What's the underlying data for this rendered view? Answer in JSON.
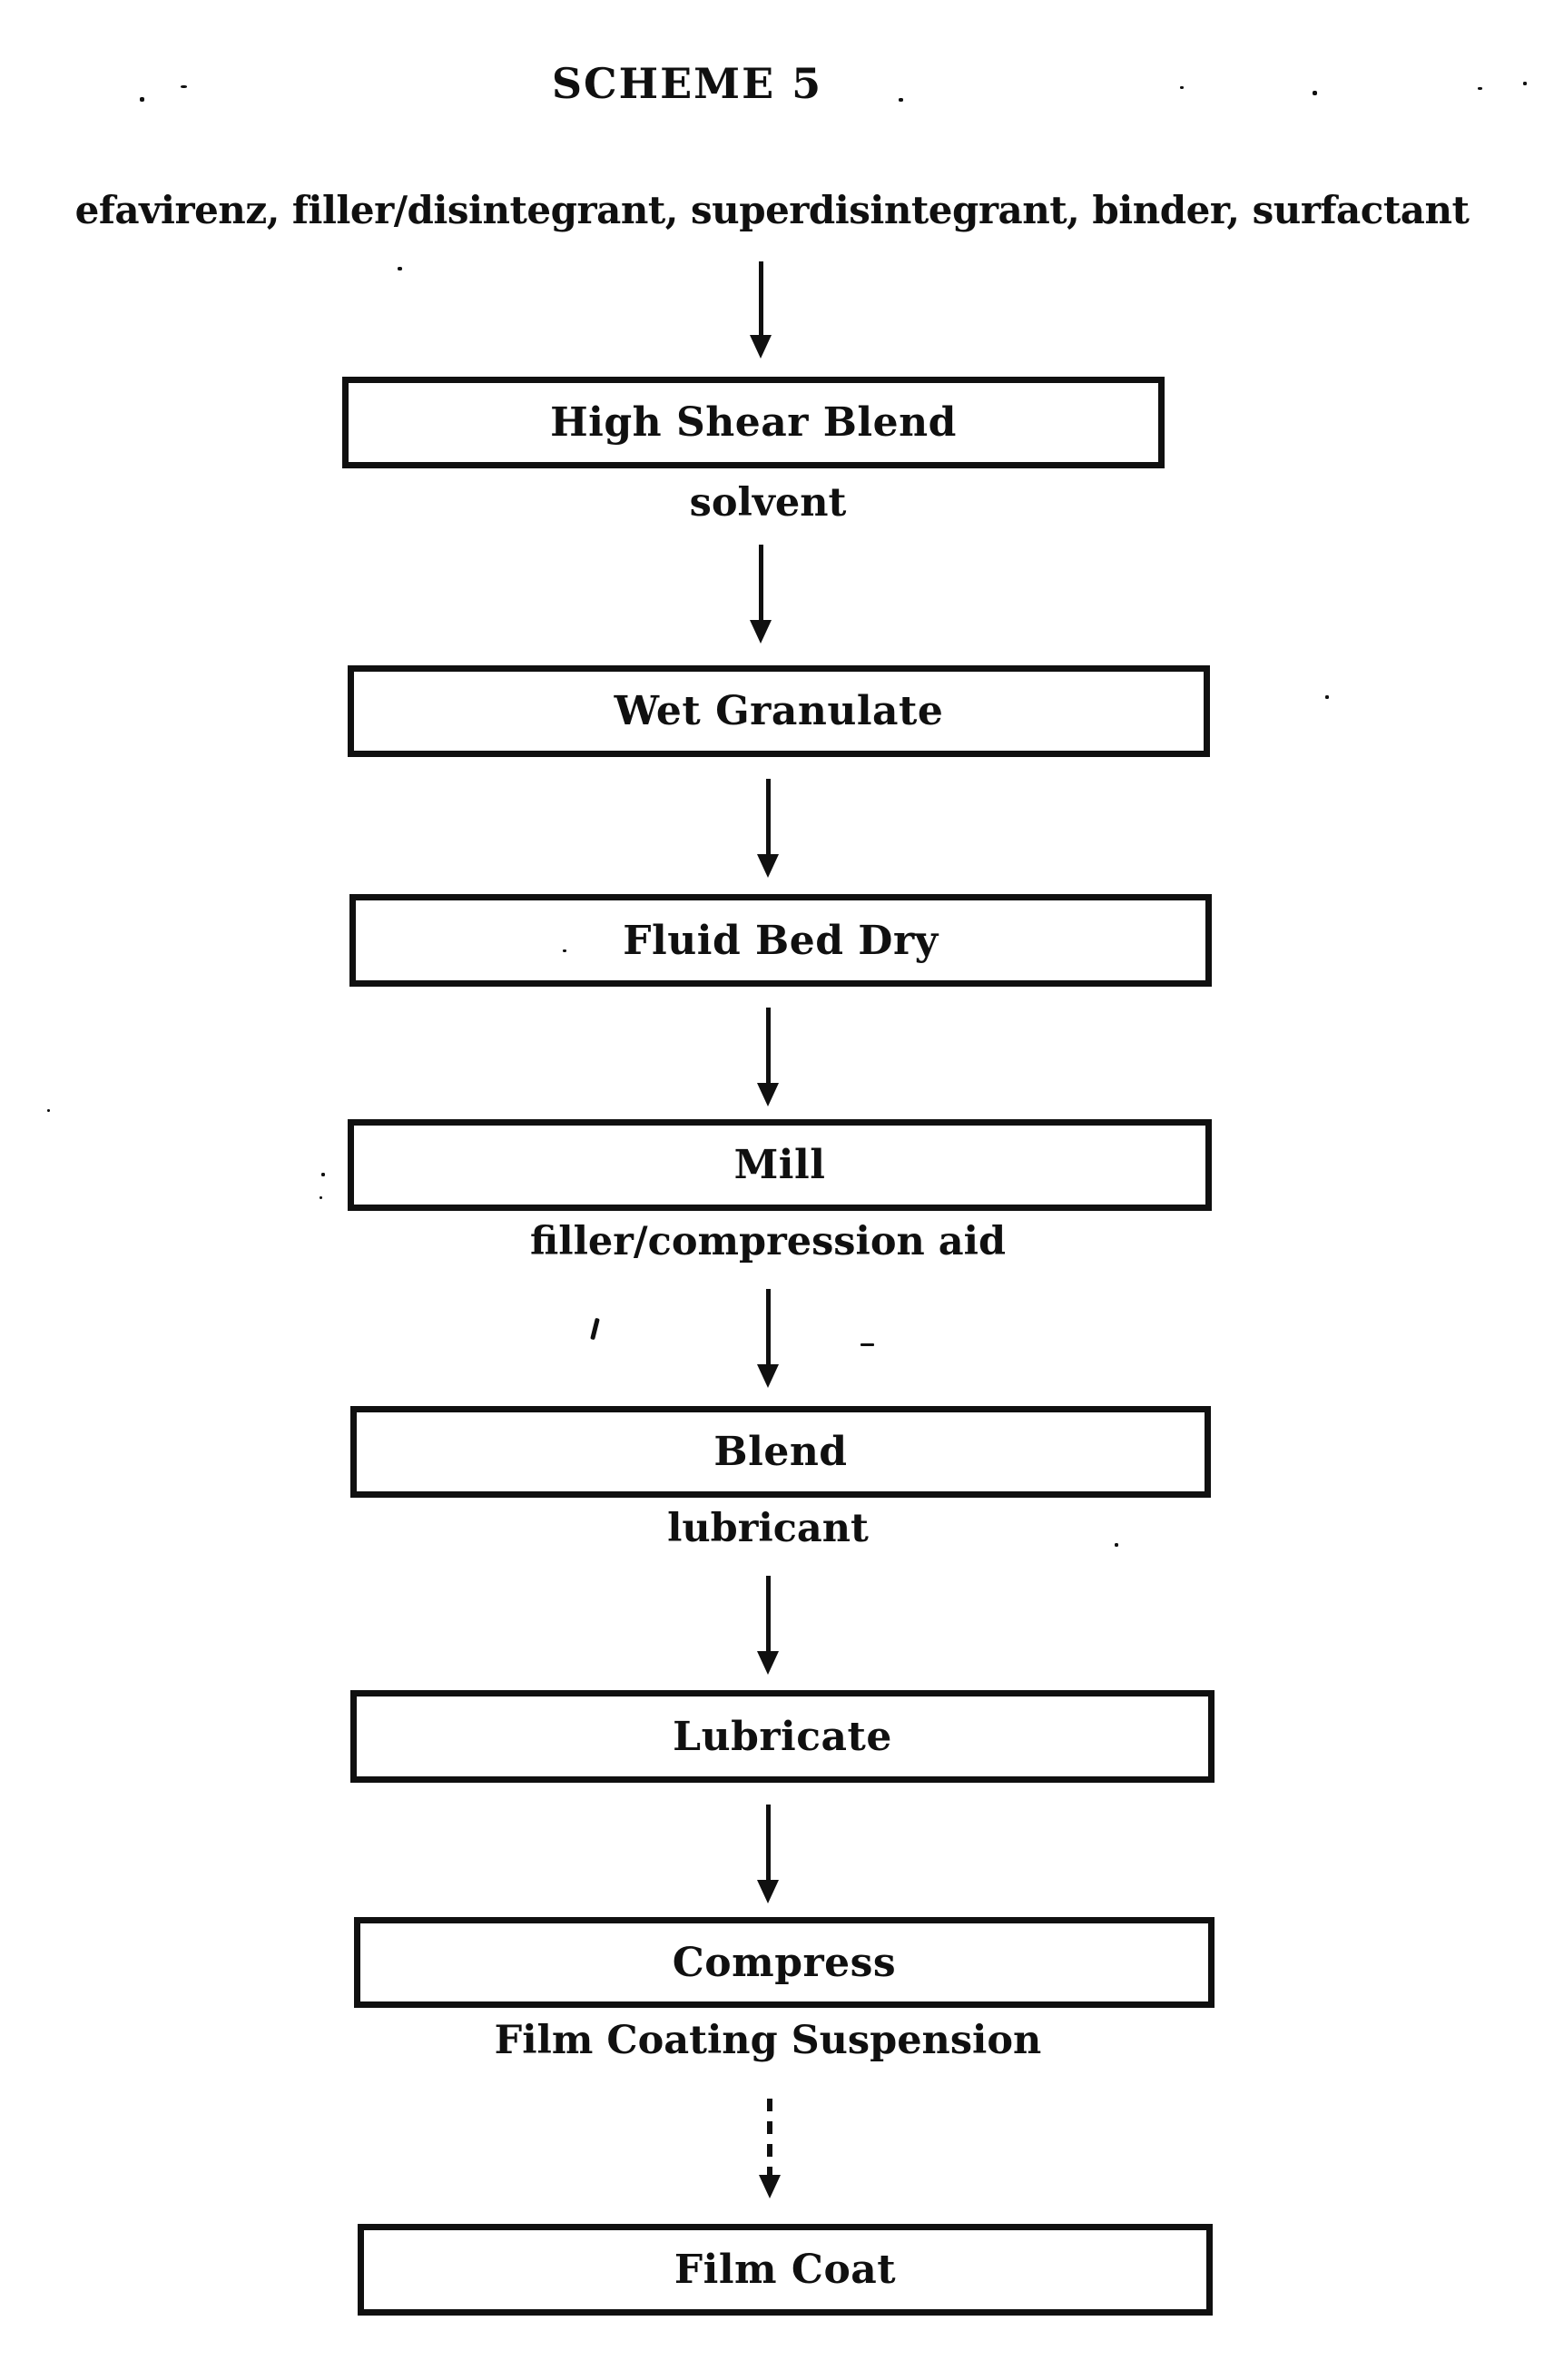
{
  "figure": {
    "title": "SCHEME 5",
    "input_line": "efavirenz, filler/disintegrant, superdisintegrant, binder, surfactant",
    "steps": [
      {
        "label": "High Shear Blend",
        "added_below": "solvent",
        "arrow_to_next": "solid"
      },
      {
        "label": "Wet Granulate",
        "arrow_to_next": "solid"
      },
      {
        "label": "Fluid Bed Dry",
        "arrow_to_next": "solid"
      },
      {
        "label": "Mill",
        "added_below": "filler/compression aid",
        "arrow_to_next": "solid"
      },
      {
        "label": "Blend",
        "added_below": "lubricant",
        "arrow_to_next": "solid"
      },
      {
        "label": "Lubricate",
        "arrow_to_next": "solid"
      },
      {
        "label": "Compress",
        "added_below": "Film Coating Suspension",
        "arrow_to_next": "dashed"
      },
      {
        "label": "Film Coat"
      }
    ],
    "colors": {
      "ink": "#101010",
      "paper": "#ffffff"
    }
  }
}
